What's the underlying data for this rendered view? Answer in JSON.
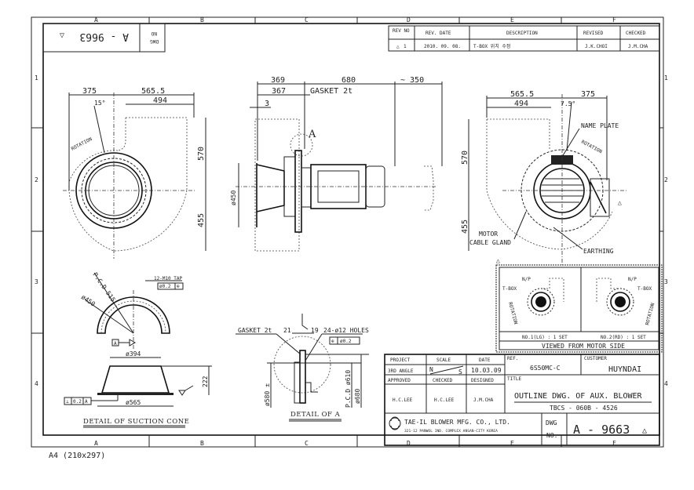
{
  "zones": {
    "columns": [
      "A",
      "B",
      "C",
      "D",
      "E",
      "F"
    ],
    "rows": [
      "1",
      "2",
      "3",
      "4"
    ]
  },
  "paper_size": "A4 (210x297)",
  "dwg_no_box": {
    "label_dwg": "DWG",
    "label_no": "NO",
    "number": "A - 9663"
  },
  "revision_table": {
    "headers": [
      "REV NO",
      "REV. DATE",
      "DESCRIPTION",
      "REVISED",
      "CHECKED"
    ],
    "rows": [
      {
        "rev": "1",
        "date": "2010. 09. 08.",
        "description": "T-BOX 위치 수정",
        "revised": "J.K.CHOI",
        "checked": "J.M.CHA"
      }
    ]
  },
  "front_view": {
    "dim_375": "375",
    "dim_565_5": "565.5",
    "dim_494": "494",
    "angle": "15°",
    "rotation": "ROTATION",
    "dim_570": "570",
    "dim_455": "455"
  },
  "side_view": {
    "dim_369": "369",
    "dim_680": "680",
    "dim_350": "~ 350",
    "dim_367": "367",
    "gasket": "GASKET 2t",
    "dim_3": "3",
    "detail_mark": "A",
    "dia_450": "ø450"
  },
  "rear_view": {
    "dim_565_5": "565.5",
    "dim_375": "375",
    "dim_494": "494",
    "angle": "7.5°",
    "name_plate": "NAME PLATE",
    "rotation": "ROTATION",
    "dim_570": "570",
    "dim_455": "455",
    "motor": "MOTOR",
    "cable_gland": "CABLE GLAND",
    "earthing": "EARTHING"
  },
  "suction_cone": {
    "pcd": "P.C.D 515",
    "dia_450": "ø450",
    "tap": "12-M10 TAP",
    "tap_tol": "ø0.2",
    "datum": "A",
    "dia_394": "ø394",
    "height": "222",
    "dia_565": "ø565",
    "perp_tol": "0.2",
    "perp_datum": "A",
    "title": "DETAIL OF SUCTION CONE"
  },
  "detail_a": {
    "gasket": "GASKET 2t",
    "dim_21": "21",
    "dim_19": "19",
    "holes": "24-ø12 HOLES",
    "holes_tol": "ø0.2",
    "dia_580": "ø580 ±",
    "pcd_610": "P.C.D ø610",
    "dia_680": "ø680",
    "title": "DETAIL OF A"
  },
  "motor_side_views": {
    "np": "N/P",
    "tbox": "T-BOX",
    "rotation": "ROTATION",
    "left_caption": "NO.1(LG) : 1 SET",
    "right_caption": "NO.2(RD) : 1 SET",
    "footer": "VIEWED FROM MOTOR SIDE"
  },
  "title_block": {
    "project_label": "PROJECT",
    "scale_label": "SCALE",
    "date_label": "DATE",
    "projection": "3RD ANGLE",
    "scale_n": "N",
    "scale_s": "S",
    "date": "10.03.09",
    "approved_label": "APPROVED",
    "checked_label": "CHECKED",
    "designed_label": "DESIGNED",
    "approved": "H.C.LEE",
    "checked": "H.C.LEE",
    "designed": "J.M.CHA",
    "ref_label": "REF.",
    "ref": "6S50MC-C",
    "customer_label": "CUSTOMER",
    "customer": "HUYNDAI",
    "title_label": "TITLE",
    "title": "OUTLINE DWG. OF AUX. BLOWER",
    "subtitle": "TBCS - 060B - 4526",
    "company": "TAE-IL BLOWER MFG. CO., LTD.",
    "address": "321-12 PANWOL IND. COMPLEX ANSAN-CITY KOREA",
    "dwg_label": "DWG",
    "no_label": "NO.",
    "dwg_no": "A - 9663",
    "rev_mark": "1"
  }
}
